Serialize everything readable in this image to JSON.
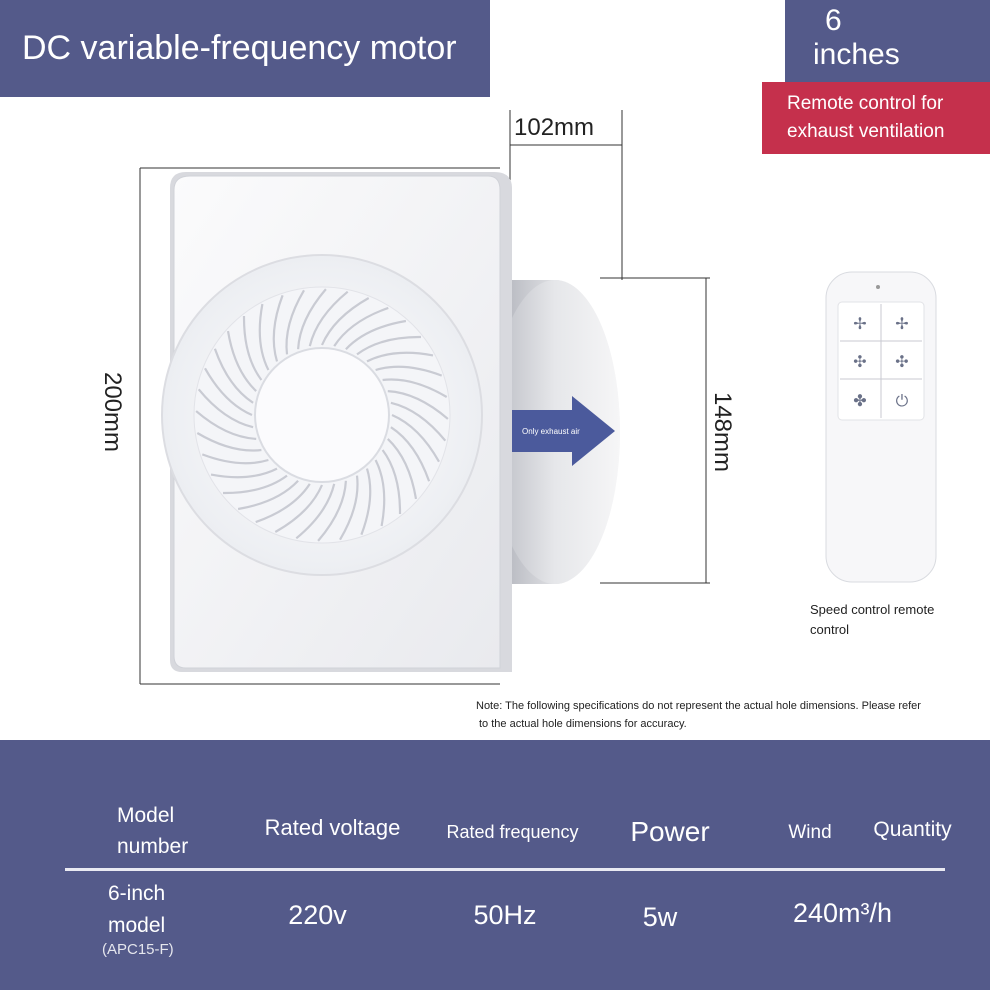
{
  "banner": {
    "title": "DC variable-frequency motor"
  },
  "size_badge": {
    "line1": "6",
    "line2": "inches"
  },
  "remote_badge": {
    "line1": "Remote control for",
    "line2": "exhaust ventilation"
  },
  "dimensions": {
    "depth": "102mm",
    "height": "200mm",
    "duct": "148mm"
  },
  "airflow_label": "Only exhaust air",
  "remote": {
    "caption_line1": "Speed control remote",
    "caption_line2": "control"
  },
  "note": {
    "line1": "Note: The following specifications do not represent the actual hole dimensions. Please refer",
    "line2": "to the actual hole dimensions for accuracy."
  },
  "specs": {
    "headers": {
      "model_line1": "Model",
      "model_line2": "number",
      "voltage": "Rated voltage",
      "frequency": "Rated frequency",
      "power": "Power",
      "wind": "Wind",
      "quantity": "Quantity"
    },
    "row": {
      "model_line1": "6-inch",
      "model_line2": "model",
      "model_code": "(APC15-F)",
      "voltage": "220v",
      "frequency": "50Hz",
      "power": "5w",
      "wind": "240m³/h"
    }
  },
  "colors": {
    "banner": "#545a8a",
    "badge": "#c5304c",
    "panel": "#ffffff"
  }
}
